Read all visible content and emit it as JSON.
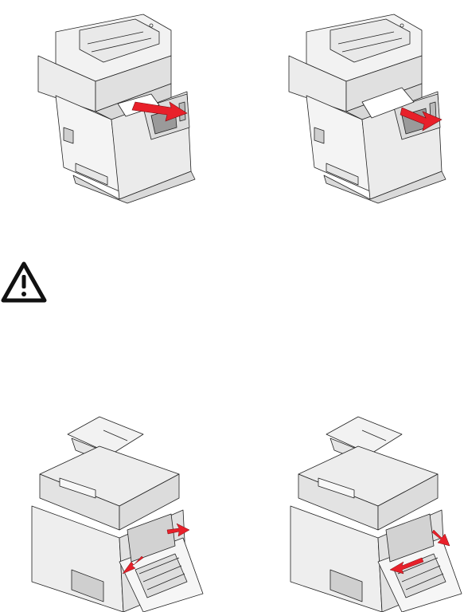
{
  "page": {
    "figures": [
      {
        "subject": "printer-front-paper-jam-output-bin"
      },
      {
        "subject": "printer-front-paper-jam-output-bin-removal"
      },
      {
        "subject": "printer-rear-door-open-jam"
      },
      {
        "subject": "printer-rear-door-open-jam-removal"
      }
    ],
    "icons": {
      "caution": "warning-triangle-icon"
    },
    "colors": {
      "arrow": "#e8202a",
      "outline": "#222222",
      "body": "#f2f2f2",
      "shade": "#d8d8d8",
      "screen": "#9a9a9a"
    }
  }
}
